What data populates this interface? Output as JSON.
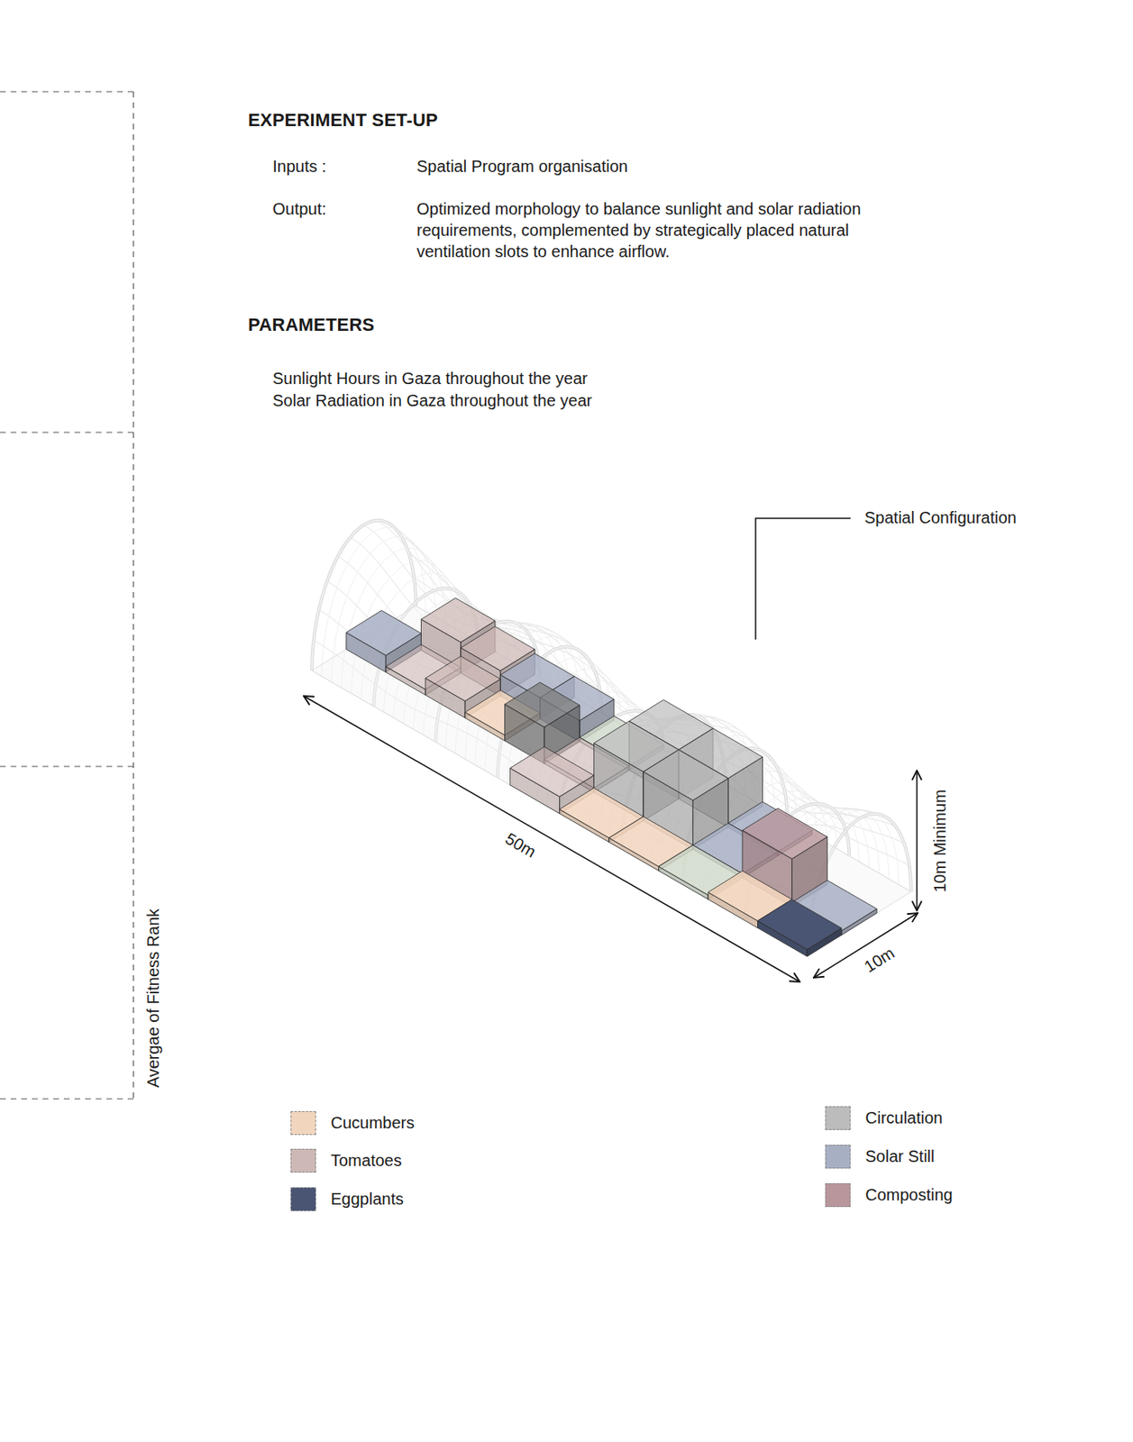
{
  "diagram": {
    "title": "EXPERIMENT SET-UP",
    "labels": [
      "Inputs :",
      "Spatial Program organisation",
      "Output:",
      "Optimized morphology to balance sunlight and solar radiation requirements, complemented by strategically placed natural ventilation slots to enhance airflow.",
      "PARAMETERS",
      "Sunlight Hours in Gaza throughout the year",
      "Solar Radiation in Gaza throughout the year",
      "Spatial Configuration",
      "50m",
      "10m",
      "10m Minimum",
      "Avergae of Fitness Rank"
    ],
    "legend": [
      {
        "text": "Cucumbers",
        "color": "#f2d5bd"
      },
      {
        "text": "Tomatoes",
        "color": "#cdb8b5"
      },
      {
        "text": "Eggplants",
        "color": "#4a5573"
      },
      {
        "text": "Circulation",
        "color": "#bcbcbc"
      },
      {
        "text": "Solar Still",
        "color": "#a7afc3"
      },
      {
        "text": "Composting",
        "color": "#b8969b"
      }
    ]
  }
}
